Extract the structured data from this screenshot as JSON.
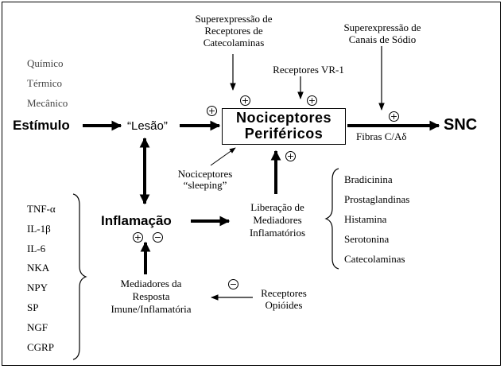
{
  "top": {
    "receptor_over_1": "Superexpressão de",
    "receptor_over_2": "Receptores de",
    "receptor_over_3": "Catecolaminas",
    "vr1": "Receptores VR-1",
    "sodium_1": "Superexpressão de",
    "sodium_2": "Canais de Sódio"
  },
  "stimuli": [
    "Químico",
    "Térmico",
    "Mecânico"
  ],
  "nodes": {
    "estimulo": "Estímulo",
    "lesao": "“Lesão”",
    "nociceptores_1": "Nociceptores",
    "nociceptores_2": "Periféricos",
    "fibras": "Fibras C/Aδ",
    "snc": "SNC",
    "inflamacao": "Inflamação",
    "sleeping_1": "Nociceptores",
    "sleeping_2": "“sleeping”",
    "liberacao_1": "Liberação de",
    "liberacao_2": "Mediadores",
    "liberacao_3": "Inflamatórios",
    "mediadores_1": "Mediadores da",
    "mediadores_2": "Resposta",
    "mediadores_3": "Imune/Inflamatória",
    "opioides_1": "Receptores",
    "opioides_2": "Opióides"
  },
  "left_mediators": [
    "TNF-α",
    "IL-1β",
    "IL-6",
    "NKA",
    "NPY",
    "SP",
    "NGF",
    "CGRP"
  ],
  "right_mediators": [
    "Bradicinina",
    "Prostaglandinas",
    "Histamina",
    "Serotonina",
    "Catecolaminas"
  ],
  "signs": {
    "plus": "+",
    "minus": "−"
  }
}
